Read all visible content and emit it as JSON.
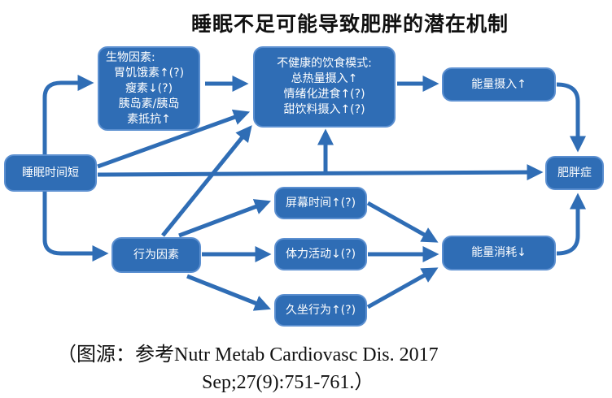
{
  "title": "睡眠不足可能导致肥胖的潜在机制",
  "nodes": {
    "biological": {
      "heading": "生物因素:",
      "lines": [
        "胃饥饿素↑(?)",
        "瘦素↓(?)",
        "胰岛素/胰岛",
        "素抵抗↑"
      ]
    },
    "diet": {
      "heading": "不健康的饮食模式:",
      "lines": [
        "总热量摄入↑",
        "情绪化进食↑(?)",
        "甜饮料摄入↑(?)"
      ]
    },
    "energy_intake": "能量摄入↑",
    "short_sleep": "睡眠时间短",
    "obesity": "肥胖症",
    "screen_time": "屏幕时间↑(?)",
    "behavior": "行为因素",
    "physical_activity": "体力活动↓(?)",
    "energy_expenditure": "能量消耗↓",
    "sedentary": "久坐行为↑(?)"
  },
  "caption": {
    "line1": "（图源：参考Nutr Metab Cardiovasc Dis. 2017",
    "line2": "Sep;27(9):751-761.）"
  },
  "colors": {
    "box": "#2f6db5",
    "arrow": "#2f6db5"
  }
}
